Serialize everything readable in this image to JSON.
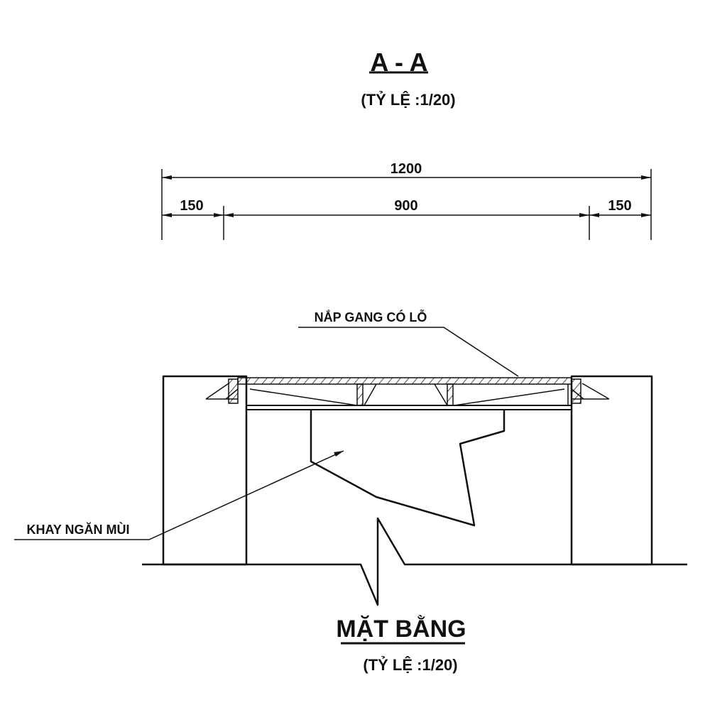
{
  "section_title": "A - A",
  "section_scale": "(TỶ LỆ :1/20)",
  "dimensions": {
    "total": "1200",
    "left": "150",
    "middle": "900",
    "right": "150"
  },
  "labels": {
    "cover": "NẮP GANG CÓ LỖ",
    "tray": "KHAY NGĂN MÙI"
  },
  "plan_title": "MẶT BẰNG",
  "plan_scale": "(TỶ LỆ :1/20)"
}
